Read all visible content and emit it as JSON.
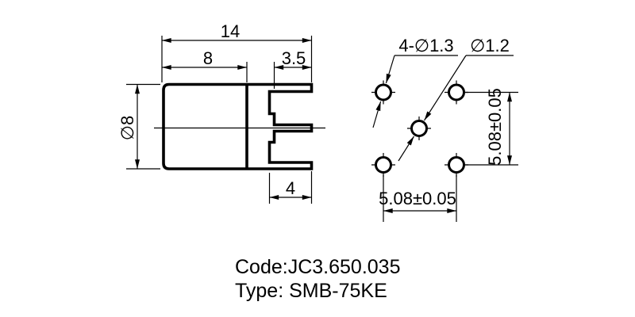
{
  "side_view": {
    "dim_total_width": "14",
    "dim_body_width": "8",
    "dim_right_step": "3.5",
    "dim_body_diameter": "∅8",
    "dim_prong_width": "4"
  },
  "footprint_view": {
    "label_corner_holes": "4-∅1.3",
    "label_center_hole": "∅1.2",
    "dim_row_pitch": "5.08±0.05",
    "dim_column_pitch": "5.08±0.05"
  },
  "caption": {
    "code": "Code:JC3.650.035",
    "type": "Type: SMB-75KE"
  },
  "colors": {
    "ink": "#000000",
    "paper": "#ffffff"
  }
}
